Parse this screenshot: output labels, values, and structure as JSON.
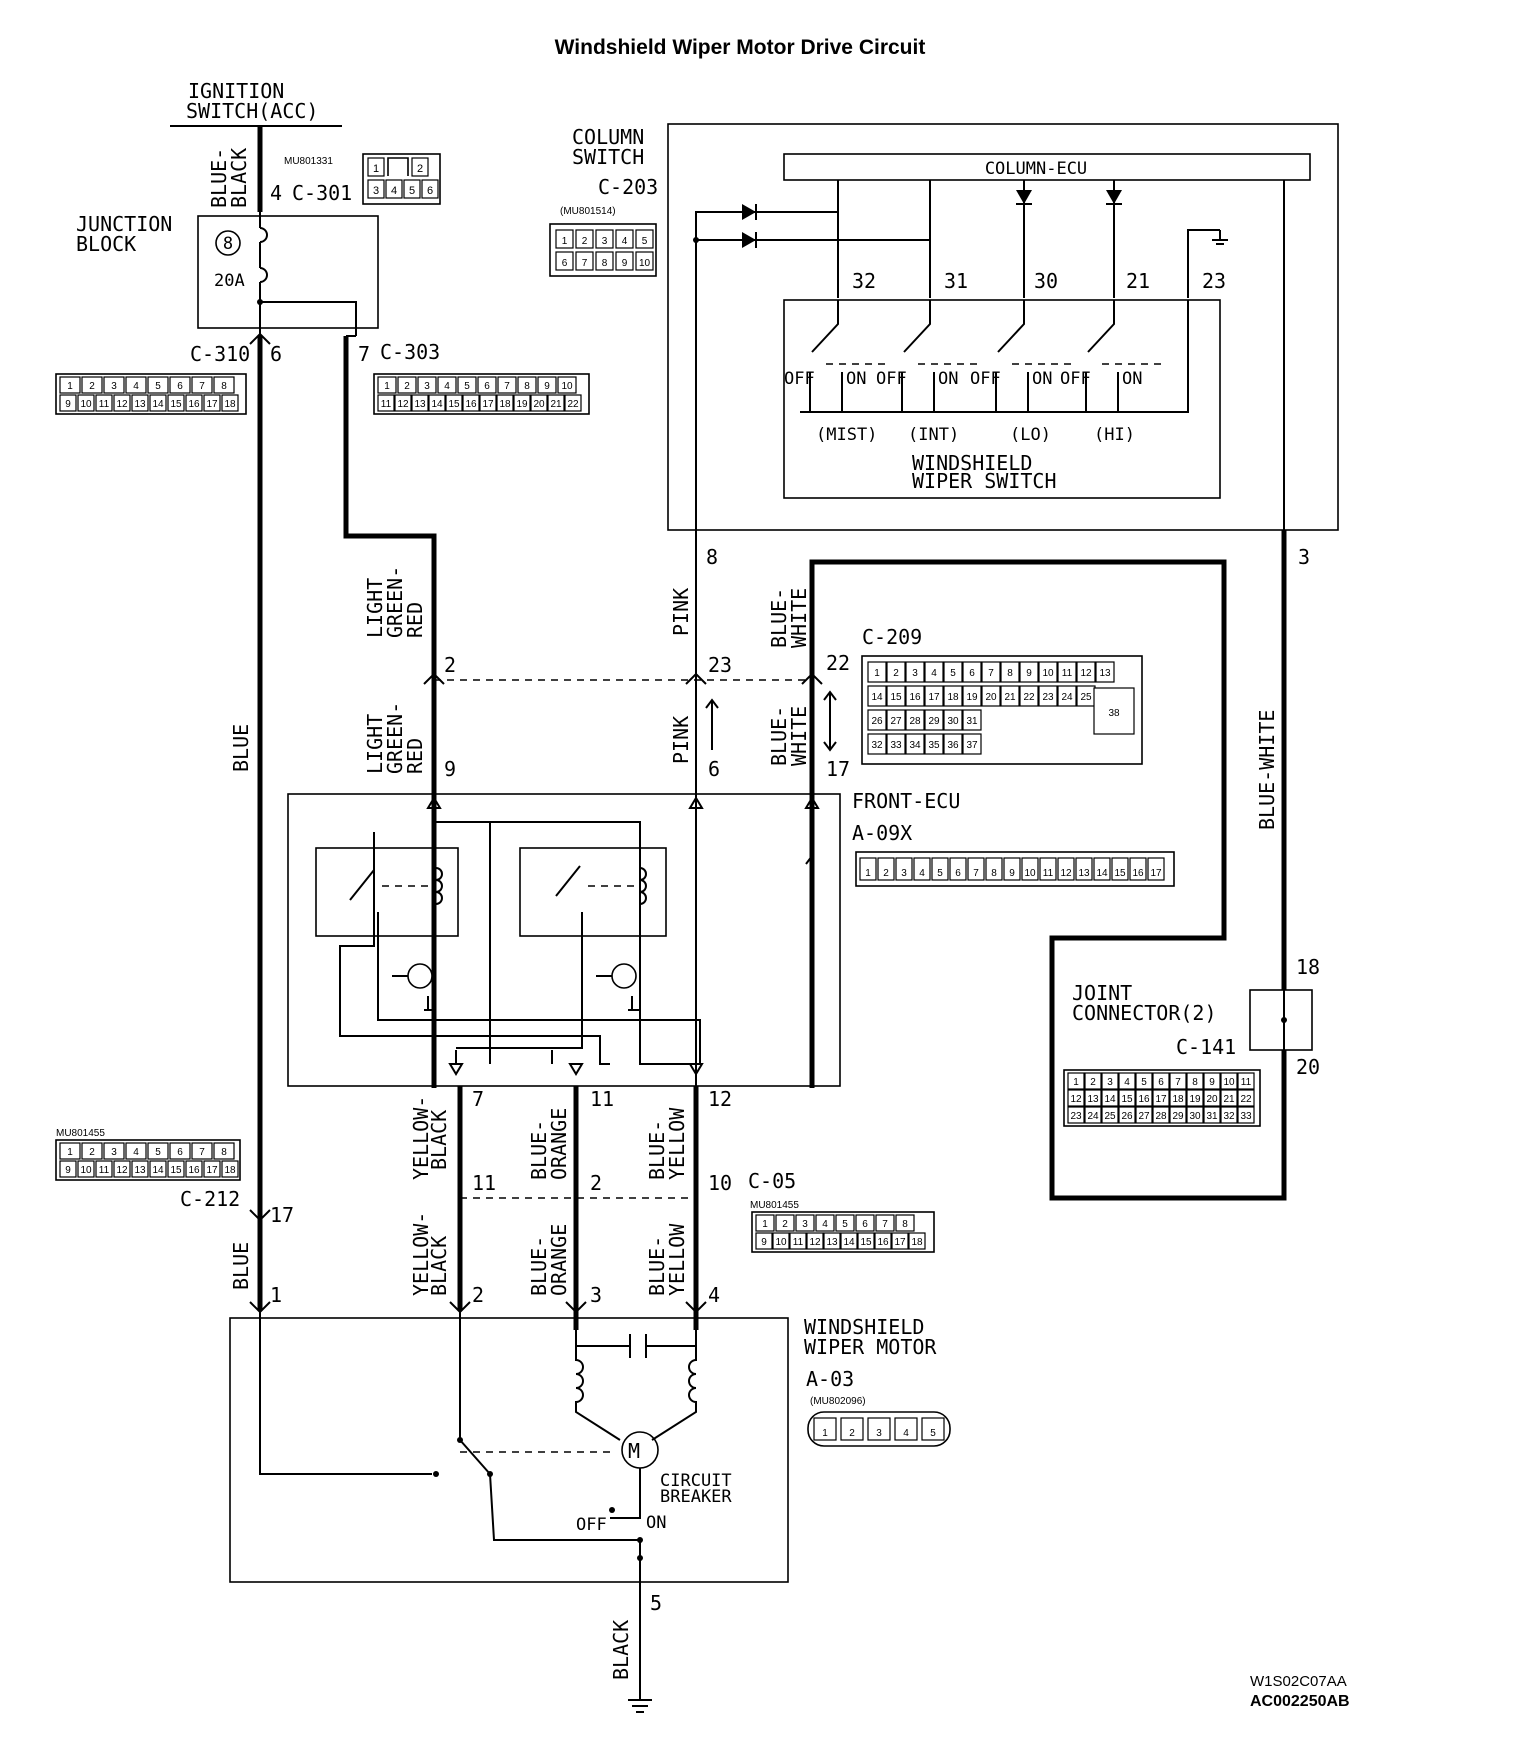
{
  "title": "Windshield Wiper Motor Drive Circuit",
  "footer": {
    "code1": "W1S02C07AA",
    "code2": "AC002250AB"
  },
  "ignition": {
    "line1": "IGNITION",
    "line2": "SWITCH(ACC)",
    "wire": [
      "BLUE-",
      "BLACK"
    ]
  },
  "c301": {
    "part": "MU801331",
    "pin": "4",
    "name": "C-301",
    "pins_top": [
      "1",
      "2"
    ],
    "pins_bottom": [
      "3",
      "4",
      "5",
      "6"
    ]
  },
  "junction": {
    "line1": "JUNCTION",
    "line2": "BLOCK",
    "fuse_no": "8",
    "fuse": "20A"
  },
  "c310": {
    "name": "C-310",
    "pin": "6",
    "pins_top": [
      "1",
      "2",
      "3",
      "4",
      "5",
      "6",
      "7",
      "8"
    ],
    "pins_bottom": [
      "9",
      "10",
      "11",
      "12",
      "13",
      "14",
      "15",
      "16",
      "17",
      "18"
    ]
  },
  "c303": {
    "pin": "7",
    "name": "C-303",
    "pins_top": [
      "1",
      "2",
      "3",
      "4",
      "5",
      "6",
      "7",
      "8",
      "9",
      "10"
    ],
    "pins_bottom": [
      "11",
      "12",
      "13",
      "14",
      "15",
      "16",
      "17",
      "18",
      "19",
      "20",
      "21",
      "22"
    ]
  },
  "column": {
    "line1": "COLUMN",
    "line2": "SWITCH",
    "name": "C-203",
    "part": "(MU801514)",
    "pins_top": [
      "1",
      "2",
      "3",
      "4",
      "5"
    ],
    "pins_bottom": [
      "6",
      "7",
      "8",
      "9",
      "10"
    ],
    "ecu": "COLUMN-ECU",
    "pins": [
      "32",
      "31",
      "30",
      "21",
      "23"
    ],
    "off": "OFF",
    "on": "ON",
    "modes": [
      "(MIST)",
      "(INT)",
      "(LO)",
      "(HI)"
    ],
    "switch_line1": "WINDSHIELD",
    "switch_line2": "WIPER SWITCH"
  },
  "wires": {
    "light_green_red": [
      "LIGHT",
      "GREEN-",
      "RED"
    ],
    "pink": "PINK",
    "blue_white_v": [
      "BLUE-",
      "WHITE"
    ],
    "blue_white": "BLUE-WHITE",
    "blue": "BLUE",
    "black": "BLACK",
    "yellow_black_a": [
      "YELLOW-",
      "BLACK"
    ],
    "yellow_black_b": [
      "YELLOW-",
      "BLACK"
    ],
    "blue_orange": [
      "BLUE-",
      "ORANGE"
    ],
    "blue_yellow": [
      "BLUE-",
      "YELLOW"
    ]
  },
  "pin_numbers": {
    "col_pink": "8",
    "col_bw": "3",
    "c209_lgr": "2",
    "c209_pink": "23",
    "c209_bw": "22",
    "fe_lgr": "9",
    "fe_pink": "6",
    "fe_bw": "17",
    "fe_out_yb": "7",
    "fe_out_bo": "11",
    "fe_out_by": "12",
    "c05_yb": "11",
    "c05_bo": "2",
    "c05_by": "10",
    "c212": "17",
    "m_blue": "1",
    "m_yb": "2",
    "m_bo": "3",
    "m_by": "4",
    "m_gnd": "5",
    "jc_in": "18",
    "jc_out": "20"
  },
  "c209": {
    "name": "C-209",
    "row1": [
      "1",
      "2",
      "3",
      "4",
      "5",
      "6",
      "7",
      "8",
      "9",
      "10",
      "11",
      "12",
      "13"
    ],
    "row2": [
      "14",
      "15",
      "16",
      "17",
      "18",
      "19",
      "20",
      "21",
      "22",
      "23",
      "24",
      "25"
    ],
    "row3": [
      "26",
      "27",
      "28",
      "29",
      "30",
      "31"
    ],
    "row4": [
      "32",
      "33",
      "34",
      "35",
      "36",
      "37"
    ],
    "big": "38"
  },
  "front_ecu": {
    "name": "FRONT-ECU",
    "conn": "A-09X",
    "pins": [
      "1",
      "2",
      "3",
      "4",
      "5",
      "6",
      "7",
      "8",
      "9",
      "10",
      "11",
      "12",
      "13",
      "14",
      "15",
      "16",
      "17"
    ]
  },
  "joint": {
    "line1": "JOINT",
    "line2": "CONNECTOR(2)",
    "name": "C-141",
    "row1": [
      "1",
      "2",
      "3",
      "4",
      "5",
      "6",
      "7",
      "8",
      "9",
      "10",
      "11"
    ],
    "row2": [
      "12",
      "13",
      "14",
      "15",
      "16",
      "17",
      "18",
      "19",
      "20",
      "21",
      "22"
    ],
    "row3": [
      "23",
      "24",
      "25",
      "26",
      "27",
      "28",
      "29",
      "30",
      "31",
      "32",
      "33"
    ]
  },
  "c212": {
    "part": "MU801455",
    "name": "C-212",
    "pins_top": [
      "1",
      "2",
      "3",
      "4",
      "5",
      "6",
      "7",
      "8"
    ],
    "pins_bottom": [
      "9",
      "10",
      "11",
      "12",
      "13",
      "14",
      "15",
      "16",
      "17",
      "18"
    ]
  },
  "c05": {
    "name": "C-05",
    "part": "MU801455",
    "pins_top": [
      "1",
      "2",
      "3",
      "4",
      "5",
      "6",
      "7",
      "8"
    ],
    "pins_bottom": [
      "9",
      "10",
      "11",
      "12",
      "13",
      "14",
      "15",
      "16",
      "17",
      "18"
    ]
  },
  "motor": {
    "line1": "WINDSHIELD",
    "line2": "WIPER MOTOR",
    "conn": "A-03",
    "part": "(MU802096)",
    "pins": [
      "1",
      "2",
      "3",
      "4",
      "5"
    ],
    "symbol": "M",
    "breaker1": "CIRCUIT",
    "breaker2": "BREAKER",
    "off": "OFF",
    "on": "ON"
  }
}
